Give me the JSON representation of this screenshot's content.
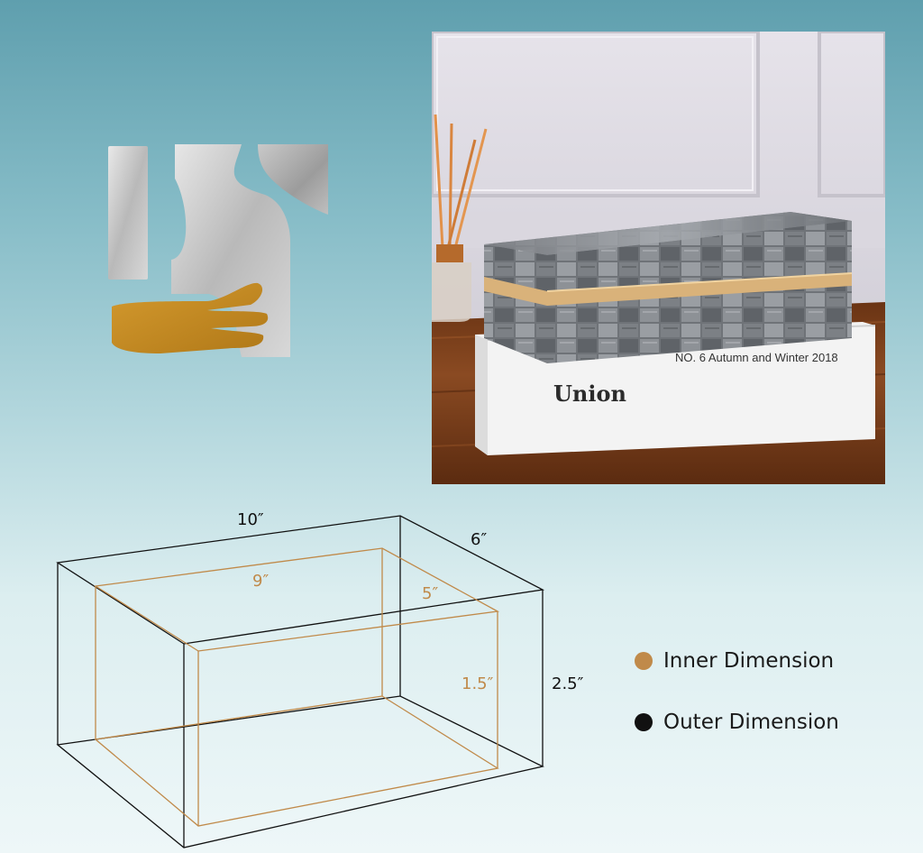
{
  "colors": {
    "inner": "#c08a4a",
    "outer": "#111111"
  },
  "photo": {
    "book_title": "Union",
    "book_subtitle": "NO. 6  Autumn and Winter 2018"
  },
  "diagram": {
    "outer_length": "10″",
    "outer_width": "6″",
    "outer_height": "2.5″",
    "inner_length": "9″",
    "inner_width": "5″",
    "inner_height": "1.5″"
  },
  "legend": {
    "inner_label": "Inner Dimension",
    "outer_label": "Outer Dimension"
  }
}
